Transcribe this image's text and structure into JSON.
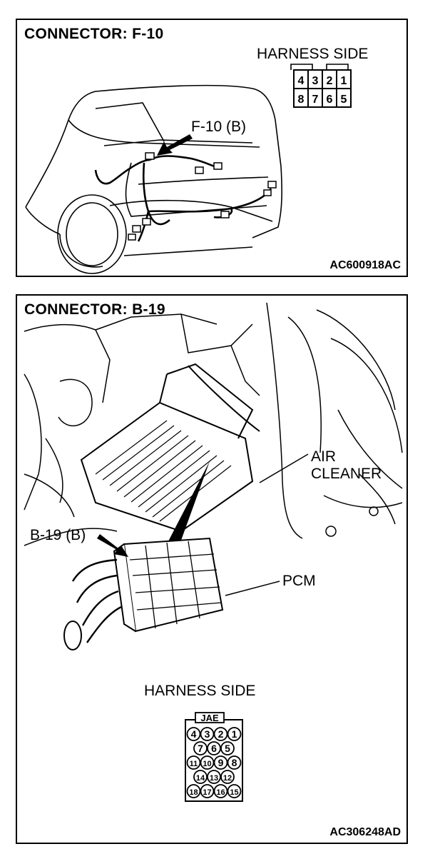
{
  "connector_f10": {
    "title": "CONNECTOR: F-10",
    "harness_label": "HARNESS SIDE",
    "callout": "F-10 (B)",
    "code": "AC600918AC",
    "pins_top": [
      "4",
      "3",
      "2",
      "1"
    ],
    "pins_bottom": [
      "8",
      "7",
      "6",
      "5"
    ]
  },
  "connector_b19": {
    "title": "CONNECTOR: B-19",
    "callout": "B-19 (B)",
    "air_cleaner_line1": "AIR",
    "air_cleaner_line2": "CLEANER",
    "pcm_label": "PCM",
    "harness_label": "HARNESS SIDE",
    "connector_tag": "JAE",
    "code": "AC306248AD",
    "pin_rows": [
      [
        "4",
        "3",
        "2",
        "1"
      ],
      [
        "7",
        "6",
        "5"
      ],
      [
        "11",
        "10",
        "9",
        "8"
      ],
      [
        "14",
        "13",
        "12"
      ],
      [
        "18",
        "17",
        "16",
        "15"
      ]
    ]
  }
}
